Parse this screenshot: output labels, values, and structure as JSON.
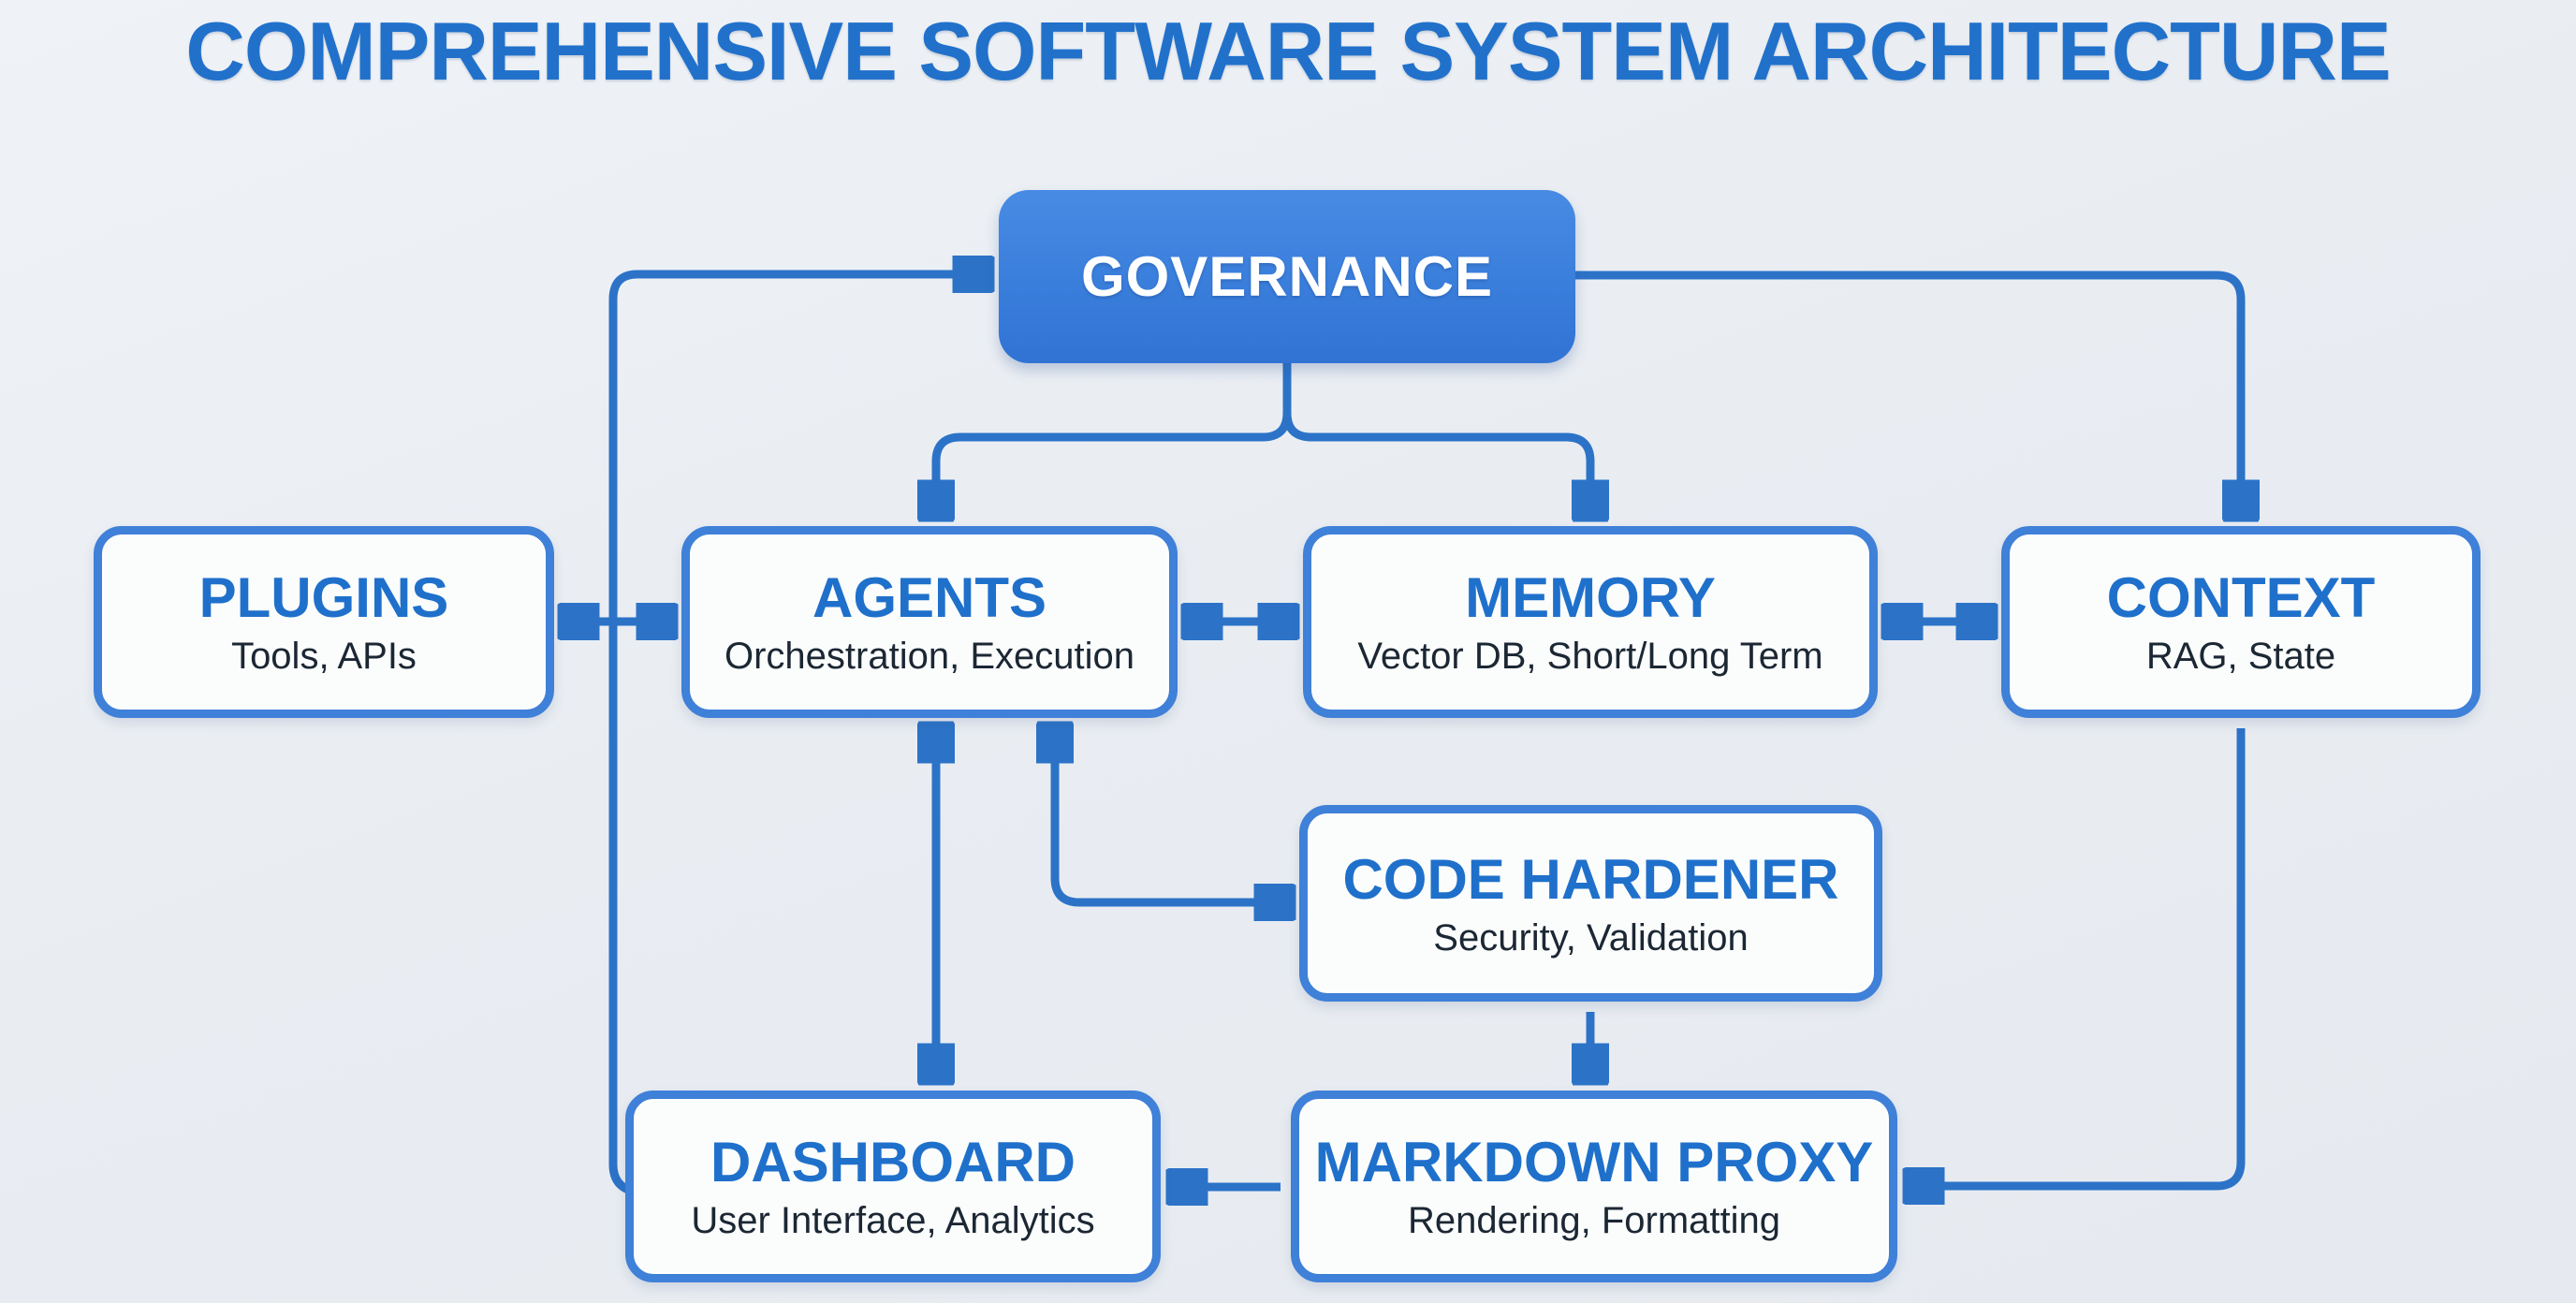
{
  "title": "COMPREHENSIVE SOFTWARE SYSTEM ARCHITECTURE",
  "colors": {
    "background": "#E9EDF2",
    "arrow_blue": "#2C73C8",
    "node_border": "#3F80D8",
    "node_fill": "#FBFDFC",
    "governance_fill": "#3A7EDC",
    "title_text": "#2171CB",
    "node_title_text": "#1F70CB",
    "node_subtitle_text": "#1C2734"
  },
  "nodes": {
    "governance": {
      "title": "GOVERNANCE"
    },
    "plugins": {
      "title": "PLUGINS",
      "subtitle": "Tools, APIs"
    },
    "agents": {
      "title": "AGENTS",
      "subtitle": "Orchestration, Execution"
    },
    "memory": {
      "title": "MEMORY",
      "subtitle": "Vector DB, Short/Long Term"
    },
    "context": {
      "title": "CONTEXT",
      "subtitle": "RAG, State"
    },
    "code_hardener": {
      "title": "CODE HARDENER",
      "subtitle": "Security, Validation"
    },
    "dashboard": {
      "title": "DASHBOARD",
      "subtitle": "User Interface, Analytics"
    },
    "markdown_proxy": {
      "title": "MARKDOWN PROXY",
      "subtitle": "Rendering, Formatting"
    }
  },
  "connections": [
    {
      "from": "dashboard",
      "to": "governance",
      "direction": "one-way"
    },
    {
      "from": "governance",
      "to": "agents",
      "direction": "one-way"
    },
    {
      "from": "governance",
      "to": "memory",
      "direction": "one-way"
    },
    {
      "from": "governance",
      "to": "context",
      "direction": "one-way"
    },
    {
      "from": "plugins",
      "to": "agents",
      "direction": "two-way"
    },
    {
      "from": "agents",
      "to": "memory",
      "direction": "two-way"
    },
    {
      "from": "memory",
      "to": "context",
      "direction": "two-way"
    },
    {
      "from": "agents",
      "to": "dashboard",
      "direction": "two-way"
    },
    {
      "from": "agents",
      "to": "code_hardener",
      "direction": "two-way"
    },
    {
      "from": "code_hardener",
      "to": "markdown_proxy",
      "direction": "one-way"
    },
    {
      "from": "markdown_proxy",
      "to": "dashboard",
      "direction": "one-way"
    },
    {
      "from": "context",
      "to": "markdown_proxy",
      "direction": "one-way"
    }
  ]
}
